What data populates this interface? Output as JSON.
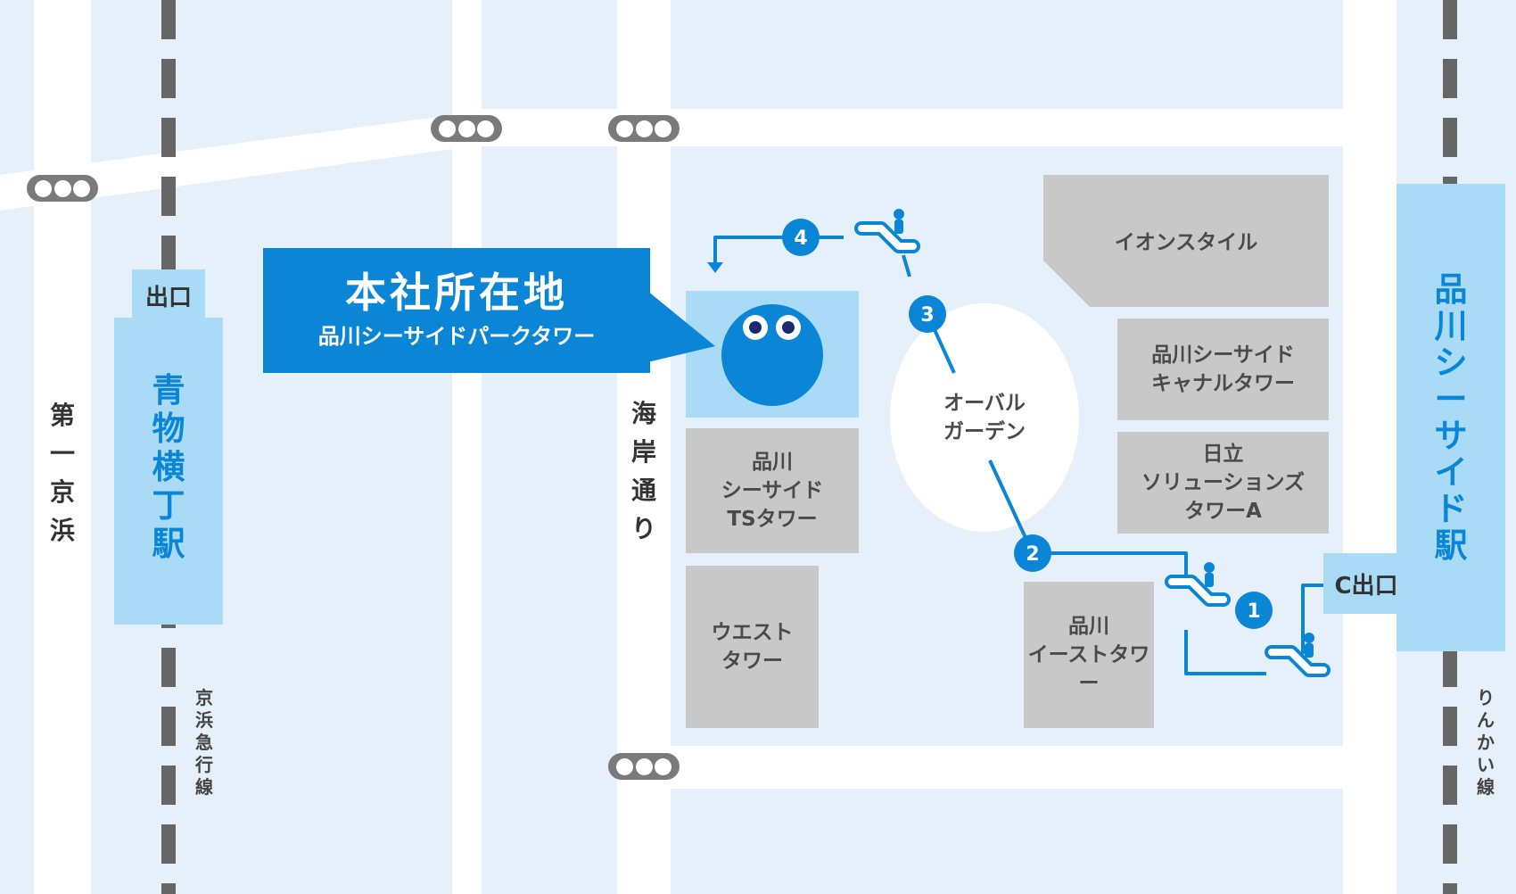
{
  "colors": {
    "block_bg": "#e6f0fa",
    "road": "#ffffff",
    "building": "#c8c8c8",
    "station": "#a9dbf7",
    "accent": "#0b86d6",
    "rail": "#666666",
    "signal": "#7a7a7a",
    "text_dark": "#4a4a4a"
  },
  "callout": {
    "title": "本社所在地",
    "subtitle": "品川シーサイドパークタワー"
  },
  "streets": {
    "daiichi_keihin": "第一京浜",
    "kaigan_dori": "海岸通り"
  },
  "railways": {
    "keikyu": "京浜急行線",
    "rinkai": "りんかい線"
  },
  "stations": {
    "aomono": {
      "name": "青物横丁駅",
      "exit": "出口"
    },
    "seaside": {
      "name": "品川シーサイド駅",
      "exit": "C出口"
    }
  },
  "buildings": {
    "aeon": "イオンスタイル",
    "canal": "品川シーサイド\nキャナルタワー",
    "hitachi": "日立\nソリューションズ\nタワーA",
    "ts": "品川\nシーサイド\nTSタワー",
    "west": "ウエスト\nタワー",
    "east": "品川\nイーストタワー"
  },
  "oval_garden": "オーバル\nガーデン",
  "route_steps": [
    "1",
    "2",
    "3",
    "4"
  ],
  "icons": [
    "escalator-icon",
    "mascot-face-icon",
    "traffic-signal-icon"
  ]
}
